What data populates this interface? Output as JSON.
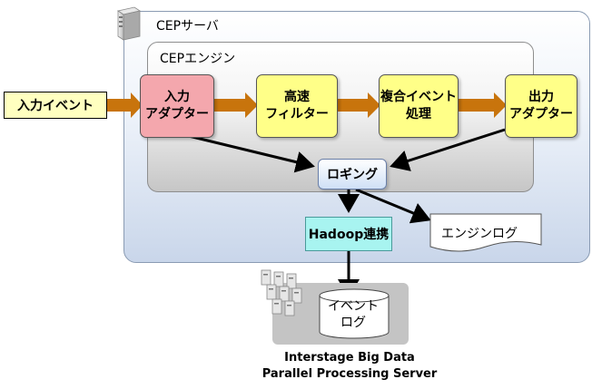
{
  "server": {
    "title": "CEPサーバ"
  },
  "engine": {
    "title": "CEPエンジン"
  },
  "input_event": "入力イベント",
  "steps": {
    "input_adapter": "入力\nアダプター",
    "filter": "高速\nフィルター",
    "complex_event": "複合イベント\n処理",
    "output_adapter": "出力\nアダプター"
  },
  "logging": "ロギング",
  "hadoop": "Hadoop連携",
  "engine_log": "エンジンログ",
  "event_log": "イベント\nログ",
  "storage_caption": "Interstage Big Data\nParallel Processing Server",
  "colors": {
    "flow_arrow": "#c8740c",
    "input_adapter": "#f4a7ad",
    "step_fill": "#ffff88",
    "hadoop_fill": "#a8f4f0"
  },
  "icons": {
    "server": "server-icon",
    "cluster": "server-cluster-icon"
  }
}
